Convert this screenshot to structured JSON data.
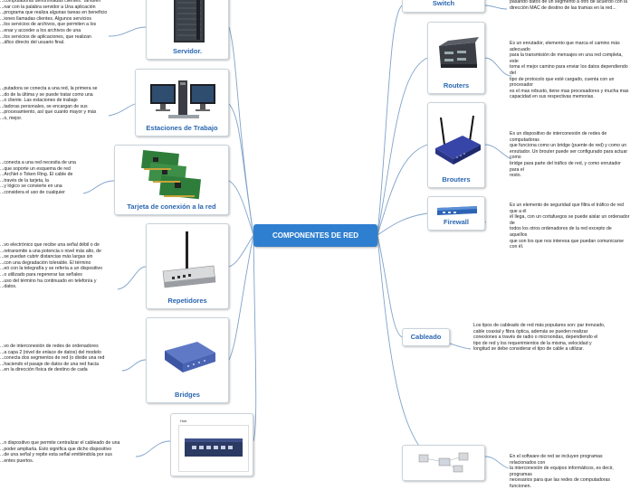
{
  "central": "COMPONENTES DE RED",
  "left_nodes": [
    {
      "id": "servidor",
      "label": "Servidor.",
      "text": [
        "...computadoras denominadas clientes. También",
        "...nar con la palabra servidor a Una aplicación",
        "...programa que realiza algunas tareas en beneficio",
        "...iones llamadas clientes. Algunos servicios",
        "...los servicios de archivos, que permiten a los",
        "...enar y acceder a los archivos de una",
        "...los servicios de aplicaciones, que realizan",
        "...áfico directo del usuario final."
      ]
    },
    {
      "id": "estaciones",
      "label": "Estaciones de Trabajo",
      "text": [
        "...putadora se conecta a una red, la primera se",
        "...do de la última y se puede tratar como una",
        "...o cliente. Las estaciones de trabajo",
        "...tadoras personales, se encargan de sus",
        "...procesamiento, así que cuanto mayor y más",
        "...o, mejor."
      ]
    },
    {
      "id": "tarjeta",
      "label": "Tarjeta de conexión a la red",
      "text": [
        "...conecta a una red necesita de una",
        "...que soporte un esquema de red",
        "...ArcNet o Token Ring. El cable de",
        "...través de la tarjeta, la",
        "...y lógico se convierte en una",
        "...considera el uso de cualquier"
      ]
    },
    {
      "id": "repetidores",
      "label": "Repetidores",
      "text": [
        "...vo electrónico que recibe una señal débil o de",
        "...retransmite a una potencia o nivel más alto, de",
        "...se puedan cubrir distancias más largas sin",
        "...con una degradación tolerable. El término",
        "...eó con la telegrafía y se refería a un dispositivo",
        "...o utilizado para regenerar las señales",
        "...uso del término ha continuado en telefonía y",
        "...datos."
      ]
    },
    {
      "id": "bridges",
      "label": "Bridges",
      "text": [
        "...vo de interconexión de redes de ordenadores",
        "...a capa 2 (nivel de enlace de datos) del modelo",
        "...conecta dos segmentos de red (o divide una red",
        "...haciendo el pasaje de datos de una red hacia",
        "...en la dirección física de destino de cada"
      ]
    },
    {
      "id": "hub",
      "label": "",
      "text": [
        "...n dispositivo que permite centralizar el cableado de una",
        "...poder ampliarla. Esto significa que dicho dispositivo",
        "...de una señal y repite esta señal emitiéndola por sus",
        "...entes puertos."
      ]
    }
  ],
  "right_nodes": [
    {
      "id": "switch",
      "label": "Switch",
      "text": [
        "pasando datos de un segmento a otro de acuerdo con la",
        "dirección MAC de destino de las tramas en la red..."
      ]
    },
    {
      "id": "routers",
      "label": "Routers",
      "text": [
        "Es un enrutador, elemento que marca el camino más adecuado",
        "para la transmisión de mensajes en una red completa, este",
        "toma el mejor camino para enviar los datos dependiendo del",
        "tipo de protocolo que esté cargado, cuenta con un procesador",
        "es el mas robusto, tiene mas procesadores y mucha mas",
        "capacidad en sus respectivas memorias."
      ]
    },
    {
      "id": "brouters",
      "label": "Brouters",
      "text": [
        "Es un dispositivo de interconexión de redes de computadoras",
        "que funciona como un bridge (puente de red) y como un",
        "enrutador. Un brouter puede ser configurado para actuar como",
        "bridge para parte del tráfico de red, y como enrutador para el",
        "resto."
      ]
    },
    {
      "id": "firewall",
      "label": "Firewall",
      "text": [
        "Es un elemento de seguridad que filtra el tráfico de red que a él",
        "él llega, con un cortafuegos se puede aislar un ordenador de",
        "todos los otros ordenadores de la red excepto de aquellos",
        "que son los que nos interesa que puedan comunicarse con él."
      ]
    },
    {
      "id": "cableado",
      "label": "Cableado",
      "text": [
        "Los tipos de cableado de red más populares son: par trenzado,",
        "cable coaxial y fibra óptica, además se pueden realizar",
        "conexiones a través de radio o microondas, dependiendo el",
        "tipo de red y los requerimientos de la misma, velocidad y",
        "longitud se debe considerar el tipo de cable a utilizar."
      ]
    },
    {
      "id": "software",
      "label": "",
      "text": [
        "En el software de red se incluyen programas relacionados con",
        "la interconexión de equipos informáticos, es decir, programas",
        "necesarios para que las redes de computadoras funcionen."
      ]
    }
  ],
  "hub_caption": "Hub",
  "colors": {
    "central": "#2f7fd0",
    "branch": "#6b98c8",
    "label": "#2a66b0"
  }
}
